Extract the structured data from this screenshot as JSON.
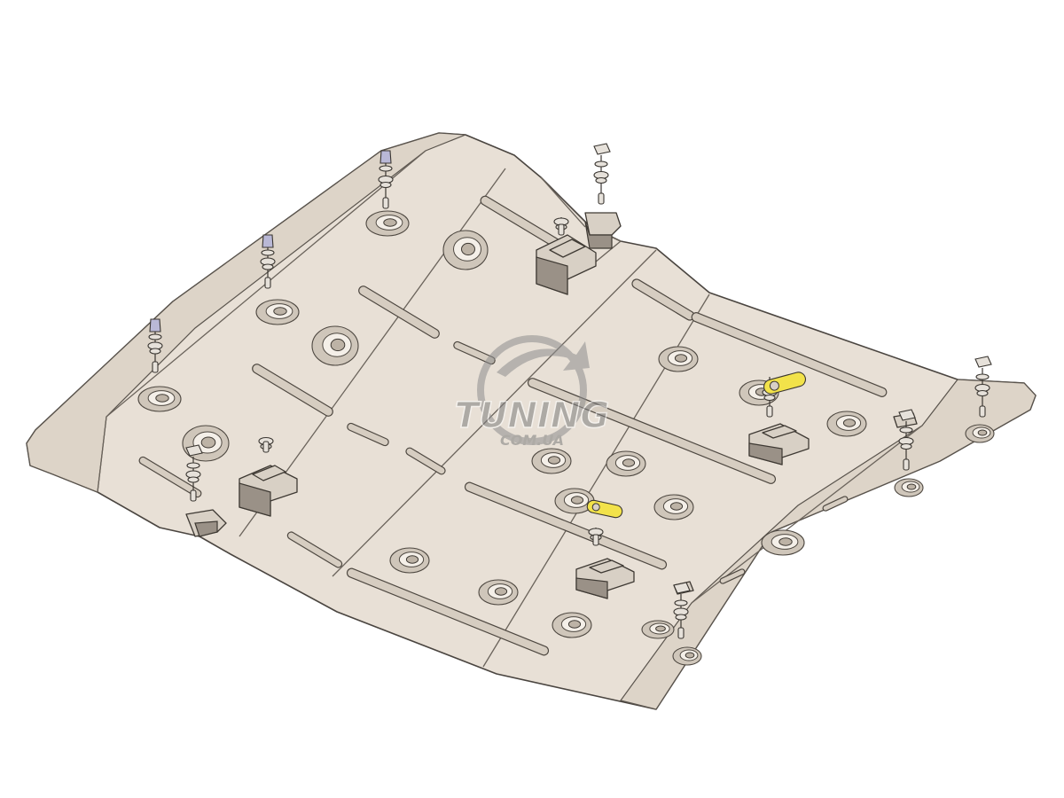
{
  "watermark": {
    "brand": "TUNING",
    "domain": "COM.UA"
  },
  "colors": {
    "plate": "#e8e0d6",
    "outline": "#4a4540",
    "clip_yellow": "#f2e24a",
    "cap_blue": "#b9b8d6",
    "watermark": "#8e8e8e"
  },
  "icons": {
    "part": "skid-plate-diagram",
    "fasteners": "bolt-washer-icon",
    "clips": "yellow-clip-icon",
    "brackets": "mounting-bracket-icon"
  }
}
